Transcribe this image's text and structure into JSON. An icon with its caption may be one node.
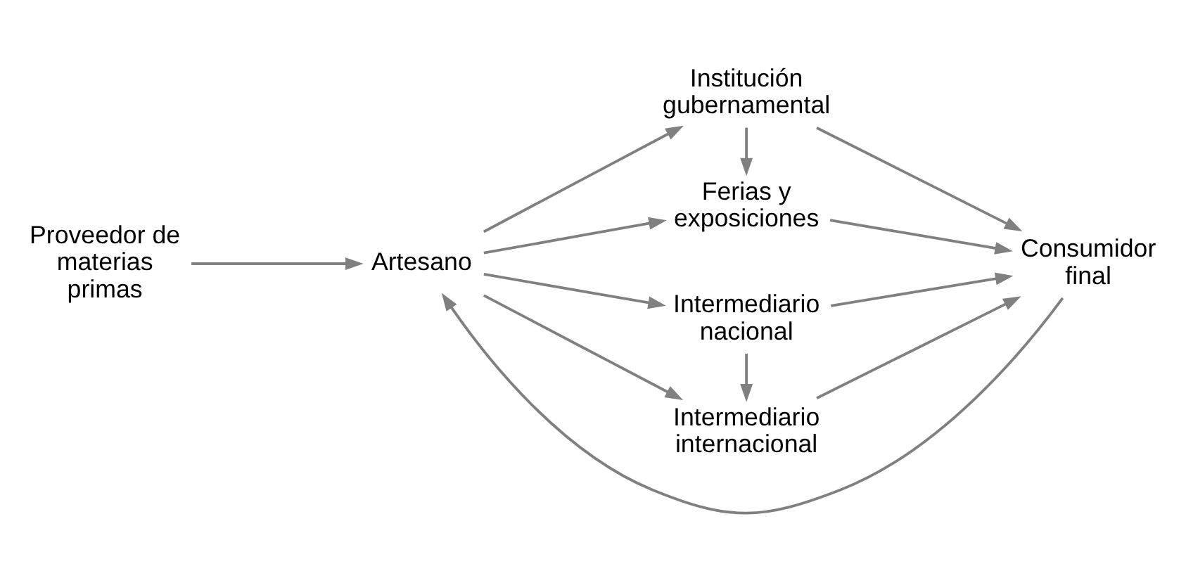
{
  "diagram": {
    "nodes": [
      {
        "text": [
          "Artesano"
        ]
      },
      {
        "text": [
          "Proveedor de materias primas"
        ]
      },
      {
        "text": [
          "Institución gubernamental"
        ]
      },
      {
        "text": [
          "Ferias y exposiciones"
        ]
      },
      {
        "text": [
          "Intermediario nacional"
        ]
      },
      {
        "text": [
          "Intermediario internacional"
        ]
      },
      {
        "text": [
          "Consumidor final"
        ]
      }
    ],
    "edges": [
      {
        "from": 1,
        "to": 0,
        "arrow": "to"
      },
      {
        "from": 0,
        "to": 2,
        "arrow": "to"
      },
      {
        "from": 0,
        "to": 3,
        "arrow": "to"
      },
      {
        "from": 0,
        "to": 4,
        "arrow": "to"
      },
      {
        "from": 0,
        "to": 5,
        "arrow": "to"
      },
      {
        "from": 2,
        "to": 3,
        "arrow": "to"
      },
      {
        "from": 4,
        "to": 5,
        "arrow": "to"
      },
      {
        "from": 2,
        "to": 6,
        "arrow": "to"
      },
      {
        "from": 3,
        "to": 6,
        "arrow": "to"
      },
      {
        "from": 4,
        "to": 6,
        "arrow": "to"
      },
      {
        "from": 5,
        "to": 6,
        "arrow": "to"
      },
      {
        "from": 6,
        "to": 0,
        "arrow": "to"
      }
    ]
  }
}
